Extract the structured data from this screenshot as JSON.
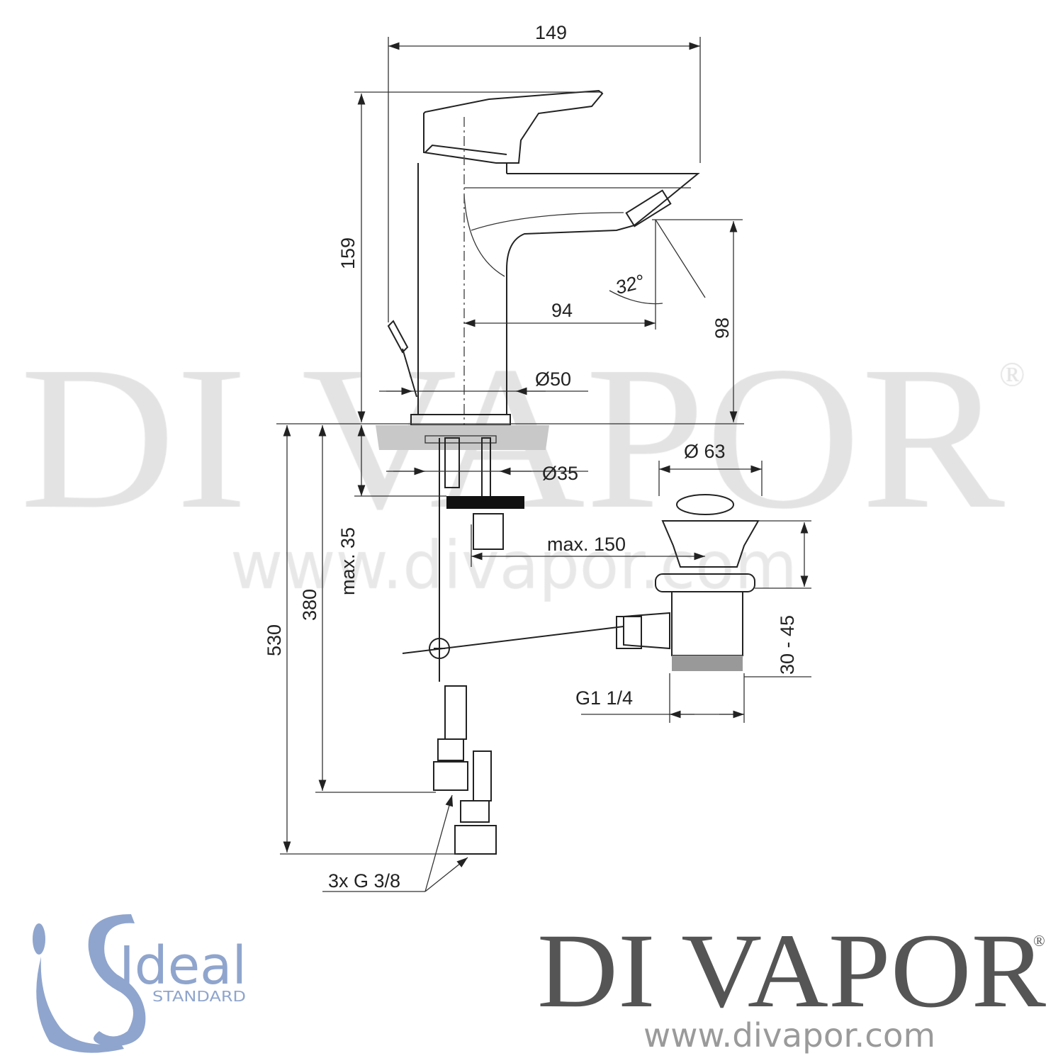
{
  "watermark": {
    "brand": "DI VAPOR",
    "registered": "®",
    "url": "www.divapor.com"
  },
  "dimensions": {
    "width_total": "149",
    "height_total": "159",
    "spout_reach": "94",
    "spout_angle": "32°",
    "spout_height": "98",
    "base_diameter": "Ø50",
    "shank_diameter": "Ø35",
    "max_deck_thickness": "max. 35",
    "max_rod_distance": "max. 150",
    "waste_diameter": "Ø 63",
    "waste_adjust": "30 - 45",
    "waste_thread": "G1 1/4",
    "hose_length_short": "380",
    "hose_length_long": "530",
    "connections": "3x G 3/8"
  },
  "logos": {
    "ideal_standard": {
      "line1": "Ideal",
      "line2": "STANDARD",
      "color": "#8fa5cd"
    },
    "divapor": {
      "brand": "DI VAPOR",
      "registered": "®",
      "url": "www.divapor.com",
      "color": "#555555"
    }
  },
  "colors": {
    "line": "#222222",
    "watermark": "#e3e3e3",
    "counter": "#c8c8c8"
  }
}
